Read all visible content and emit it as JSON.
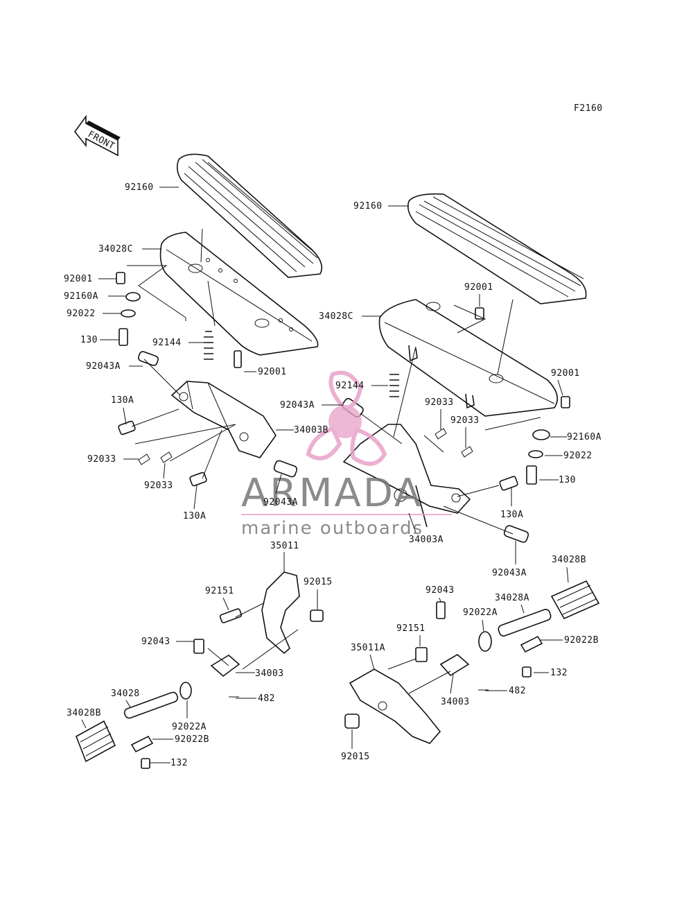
{
  "figure_code": "F2160",
  "front_label": "FRONT",
  "watermark": {
    "title": "ARMADA",
    "subtitle": "marine outboards",
    "accent": "#e8a3c9"
  },
  "labels": [
    "92160",
    "34028C",
    "92001",
    "92160A",
    "92022",
    "130",
    "92043A",
    "130A",
    "92033",
    "92033",
    "130A",
    "92144",
    "92001",
    "34003B",
    "92043A",
    "92160",
    "92001",
    "34028C",
    "92001",
    "92144",
    "92043A",
    "92033",
    "92033",
    "92160A",
    "92022",
    "130",
    "130A",
    "34003A",
    "92043A",
    "35011",
    "92151",
    "92015",
    "92043",
    "34003",
    "482",
    "34028",
    "34028B",
    "92022A",
    "92022B",
    "132",
    "92043",
    "34028B",
    "92022A",
    "34028A",
    "92151",
    "92022B",
    "132",
    "35011A",
    "34003",
    "482",
    "92015"
  ]
}
